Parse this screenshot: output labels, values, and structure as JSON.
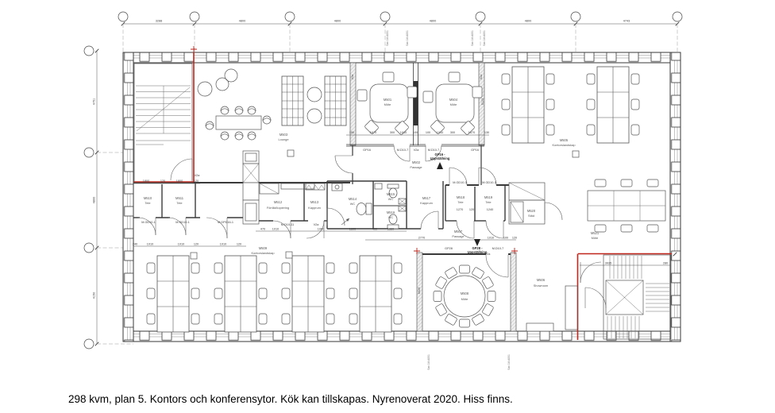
{
  "caption": "298 kvm, plan 5. Kontors och konferensytor. Kök kan tillskapas. Nyrenoverat 2020. Hiss finns.",
  "colors": {
    "wall_highlight_red": "#c0261c"
  },
  "grid": {
    "top_dims": [
      "3288",
      "4800",
      "4800",
      "4800",
      "4800",
      "4743"
    ],
    "left_dims": [
      "4751",
      "4800",
      "4150"
    ]
  },
  "dims": {
    "v3288": "3288",
    "v4800": "4800",
    "v4743": "4743",
    "v4751": "4751",
    "v4150": "4150",
    "v1800": "1800",
    "v120": "120",
    "v1670": "1670",
    "v300": "300",
    "v1010": "1010",
    "v100": "100",
    "v150": "150",
    "v130": "130",
    "v470": "470",
    "v1000": "1000",
    "v1600": "1600",
    "v400": "400",
    "v1380": "1380",
    "v1270": "1270",
    "v1240": "1240",
    "v2770": "2770",
    "v3935": "3935",
    "v280": "280",
    "v240": "240",
    "v5123": "5123",
    "v5029": "5029"
  },
  "rooms": {
    "m501": {
      "num": "M501",
      "name": "Möte"
    },
    "m502": {
      "num": "M502",
      "name": "Passage"
    },
    "m503": {
      "num": "M503",
      "name": "Lounge"
    },
    "m504": {
      "num": "M504",
      "name": "Möte"
    },
    "m505": {
      "num": "M505",
      "name": "Kontorslandskap"
    },
    "m506": {
      "num": "M506",
      "name": "Showroom"
    },
    "m507": {
      "num": "M507",
      "name": "Passage"
    },
    "m508": {
      "num": "M508",
      "name": "Möte"
    },
    "m509": {
      "num": "M509",
      "name": "Kontorslandskap"
    },
    "m510": {
      "num": "M510",
      "name": "Tele"
    },
    "m511": {
      "num": "M511",
      "name": "Tele"
    },
    "m512": {
      "num": "M512",
      "name": "Förråd/kopiering"
    },
    "m513": {
      "num": "M513",
      "name": "Kapprum"
    },
    "m514": {
      "num": "M514",
      "name": "WC"
    },
    "m515": {
      "num": "M515",
      "name": "WC"
    },
    "m516": {
      "num": "M516",
      "name": "WC"
    },
    "m517": {
      "num": "M517",
      "name": "Kapprum"
    },
    "m518": {
      "num": "M518",
      "name": "Tele"
    },
    "m519": {
      "num": "M519",
      "name": "Tele"
    },
    "m520": {
      "num": "M520",
      "name": "Städ"
    },
    "m521": {
      "num": "M521",
      "name": "Möte"
    }
  },
  "doors": {
    "gd10_1": "M.GD10-1",
    "gpd16_1": "M.GPD16-1",
    "d10_11": "M.D10-11",
    "d10_7": "M.D10-7",
    "gd10_3": "M.GD10-3",
    "gp16": "GP16",
    "gp28": "GP28",
    "v2a": "V2a"
  },
  "annotations": {
    "gp16_upp_1": "GP16 -",
    "gp16_upp_2": "Uppställning",
    "gp28_upp_1": "GP28 -",
    "gp28_upp_2": "Uppställning",
    "ref_tag": "Sav 1M A001"
  }
}
